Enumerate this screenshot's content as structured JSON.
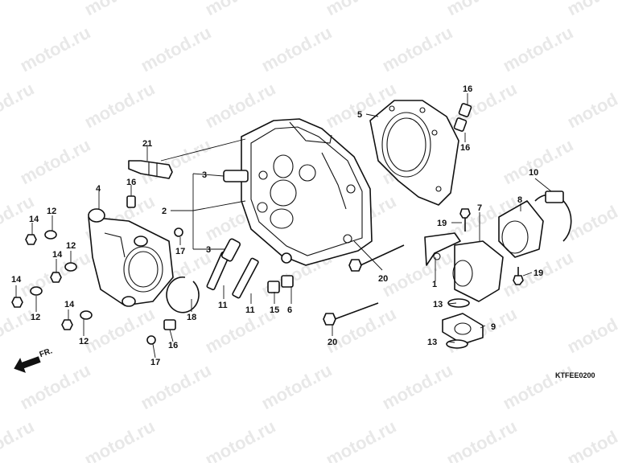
{
  "diagram": {
    "watermark": "motod.ru",
    "diagram_code": "KTFEE0200",
    "direction_label": "FR.",
    "colors": {
      "line": "#111111",
      "watermark": "#d6d6d6",
      "background": "#ffffff"
    },
    "callouts": {
      "c1": "1",
      "c2": "2",
      "c3a": "3",
      "c3b": "3",
      "c4": "4",
      "c5": "5",
      "c6": "6",
      "c7": "7",
      "c8": "8",
      "c9": "9",
      "c10": "10",
      "c11a": "11",
      "c11b": "11",
      "c12a": "12",
      "c12b": "12",
      "c12c": "12",
      "c12d": "12",
      "c13a": "13",
      "c13b": "13",
      "c14a": "14",
      "c14b": "14",
      "c14c": "14",
      "c14d": "14",
      "c15": "15",
      "c16a": "16",
      "c16b": "16",
      "c16c": "16",
      "c16d": "16",
      "c17a": "17",
      "c17b": "17",
      "c18": "18",
      "c19a": "19",
      "c19b": "19",
      "c20a": "20",
      "c20b": "20",
      "c21": "21"
    }
  }
}
